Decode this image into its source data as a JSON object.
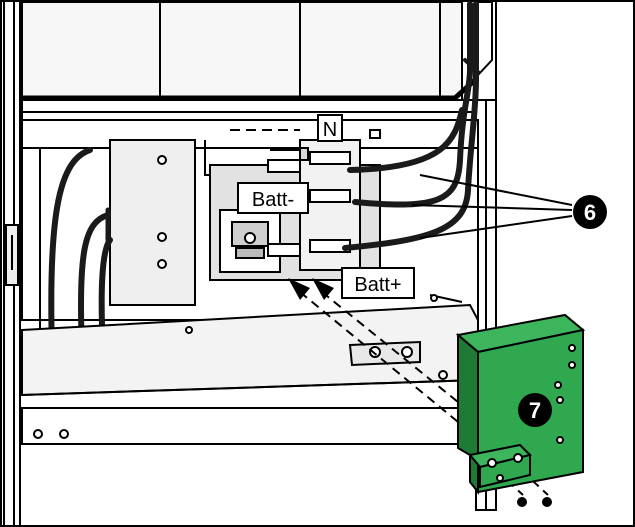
{
  "labels": {
    "neutral": "N",
    "batt_minus": "Batt-",
    "batt_plus": "Batt+"
  },
  "callouts": {
    "six": "6",
    "seven": "7"
  },
  "colors": {
    "bracket_green": "#2fa84f",
    "bracket_green_dark": "#1f7a36",
    "outline": "#000000",
    "panel_gray": "#e9e9e9",
    "cable": "#1a1a1a"
  }
}
